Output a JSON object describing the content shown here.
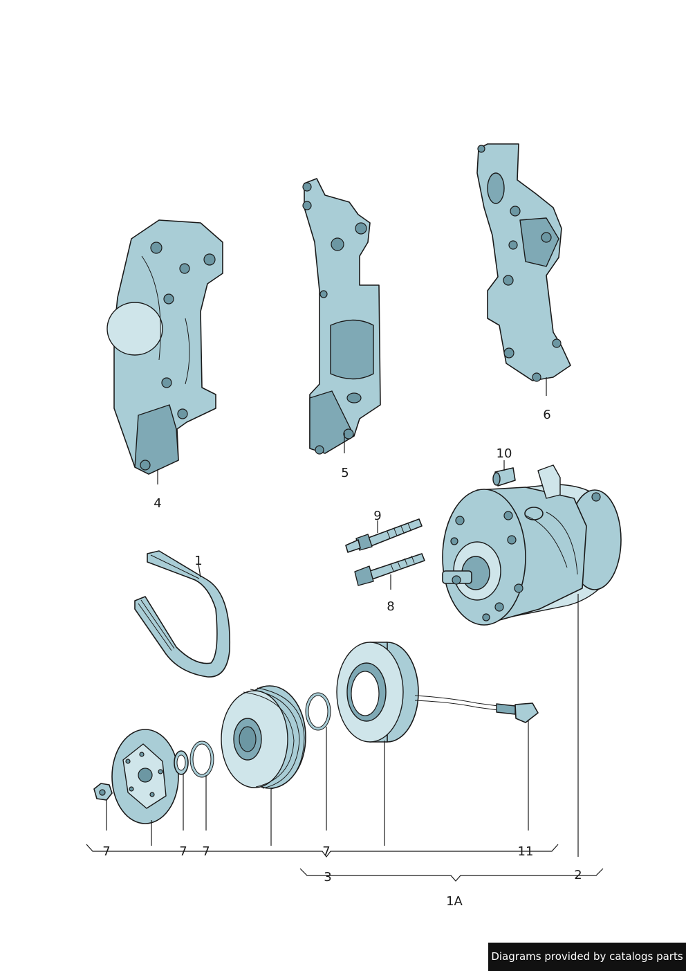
{
  "callouts": {
    "c1": "1",
    "c1a": "1A",
    "c2": "2",
    "c3": "3",
    "c4": "4",
    "c5": "5",
    "c6": "6",
    "c7a": "7",
    "c7b": "7",
    "c7c": "7",
    "c7d": "7",
    "c8": "8",
    "c9": "9",
    "c10": "10",
    "c11": "11"
  },
  "credit": "Diagrams provided by catalogs parts",
  "colors": {
    "part_fill": "#a9cdd6",
    "part_shadow": "#7fa9b5",
    "part_highlight": "#cfe5ea",
    "outline": "#1a1a1a",
    "credit_bg": "#111111"
  }
}
